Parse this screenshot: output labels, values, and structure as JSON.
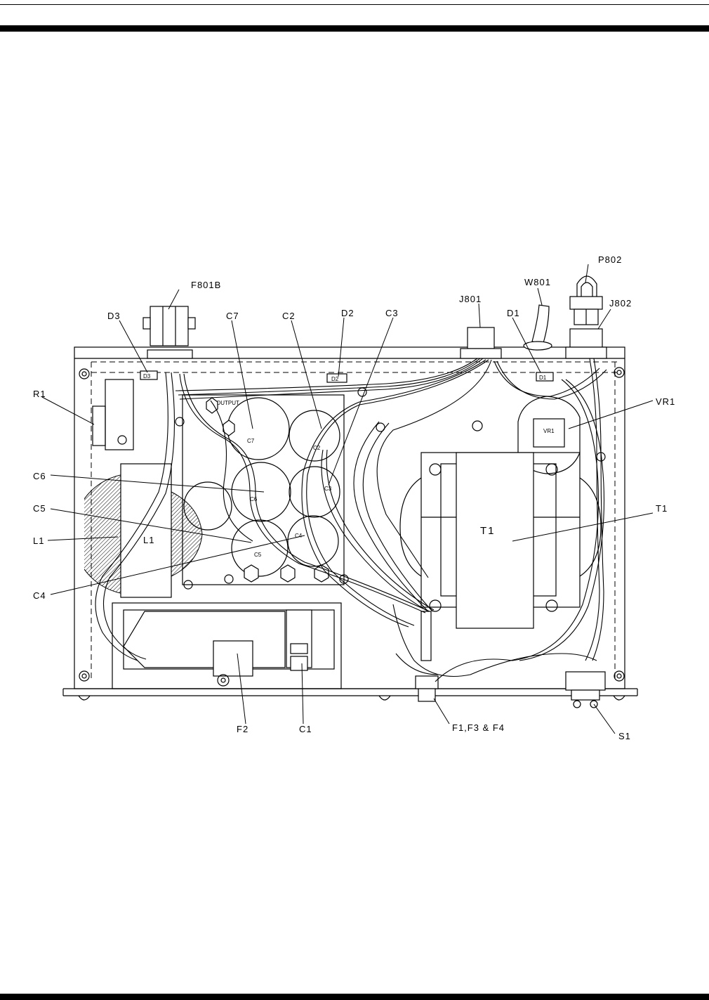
{
  "figure": {
    "callouts": {
      "F801B": "F801B",
      "P802": "P802",
      "W801": "W801",
      "J801": "J801",
      "J802": "J802",
      "D3": "D3",
      "C7": "C7",
      "C2": "C2",
      "D2": "D2",
      "C3": "C3",
      "D1": "D1",
      "R1": "R1",
      "VR1": "VR1",
      "C6": "C6",
      "C5": "C5",
      "L1": "L1",
      "T1": "T1",
      "C4": "C4",
      "F2": "F2",
      "C1": "C1",
      "F1F3F4": "F1,F3 & F4",
      "S1": "S1"
    },
    "part_marks": {
      "L1": "L1",
      "T1": "T1",
      "C7": "C7",
      "C2": "C2",
      "C6": "C6",
      "C5": "C5",
      "C4": "C4",
      "C3": "C3",
      "D3": "D3",
      "D2": "D2",
      "D1": "D1",
      "VR1": "VR1",
      "output": "OUTPUT"
    }
  }
}
